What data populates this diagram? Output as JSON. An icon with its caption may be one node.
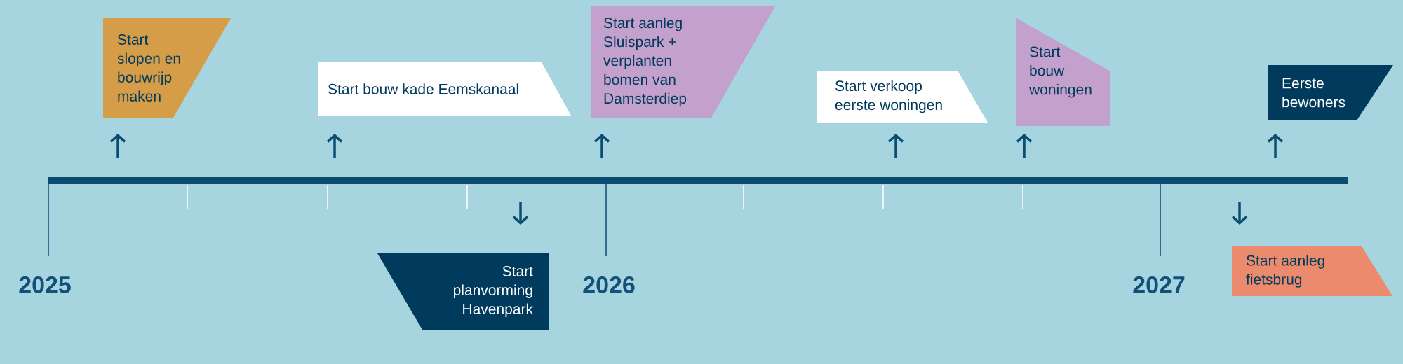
{
  "diagram": {
    "nodes": [
      {
        "text": [
          "Start slopen en bouwrijp maken"
        ]
      },
      {
        "text": [
          "Start bouw kade Eemskanaal"
        ]
      },
      {
        "text": [
          "Start planvorming Havenpark"
        ]
      },
      {
        "text": [
          "Start aanleg Sluispark + verplanten bomen van Damsterdiep"
        ]
      },
      {
        "text": [
          "Start verkoop eerste woningen"
        ]
      },
      {
        "text": [
          "Start bouw woningen"
        ]
      },
      {
        "text": [
          "Start aanleg fietsbrug"
        ]
      },
      {
        "text": [
          "Eerste bewoners"
        ]
      }
    ],
    "labels": [
      "2025",
      "2026",
      "2027"
    ]
  }
}
